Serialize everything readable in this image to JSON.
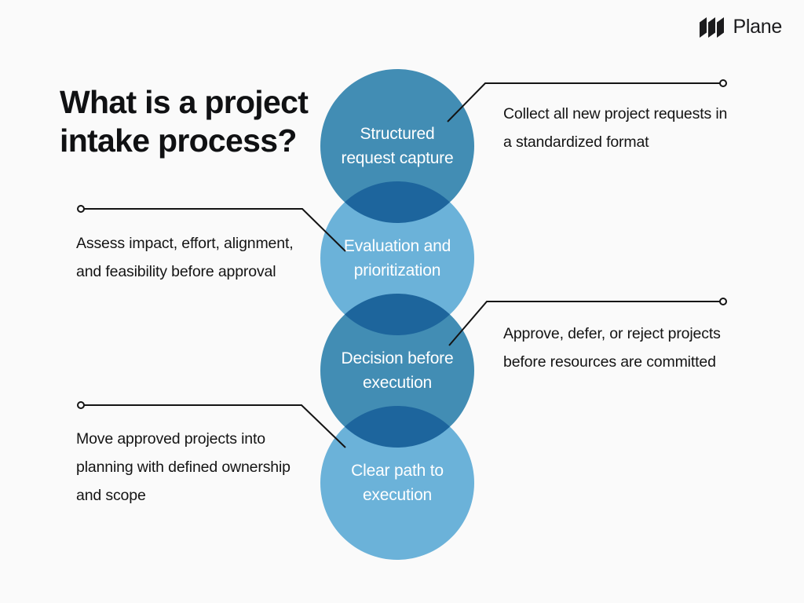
{
  "brand": {
    "name": "Plane",
    "mark_icon": "plane-logo-icon"
  },
  "headline": "What is a project intake process?",
  "colors": {
    "background": "#fafafa",
    "circle_dark": "#4390b8",
    "circle_light": "#6db6de",
    "text_dark": "#141414",
    "text_on_circle": "#ffffff",
    "leader_line": "#141414"
  },
  "stages": [
    {
      "id": "structured-request-capture",
      "label": "Structured request capture",
      "tone": "dark",
      "note": "Collect all new project requests in a standardized format",
      "note_side": "right"
    },
    {
      "id": "evaluation-and-prioritization",
      "label": "Evaluation and prioritization",
      "tone": "light",
      "note": "Assess impact, effort, alignment, and feasibility before approval",
      "note_side": "left"
    },
    {
      "id": "decision-before-execution",
      "label": "Decision before execution",
      "tone": "dark",
      "note": "Approve, defer, or reject projects before resources are committed",
      "note_side": "right"
    },
    {
      "id": "clear-path-to-execution",
      "label": "Clear path to execution",
      "tone": "light",
      "note": "Move approved projects into planning with defined ownership and scope",
      "note_side": "left"
    }
  ]
}
